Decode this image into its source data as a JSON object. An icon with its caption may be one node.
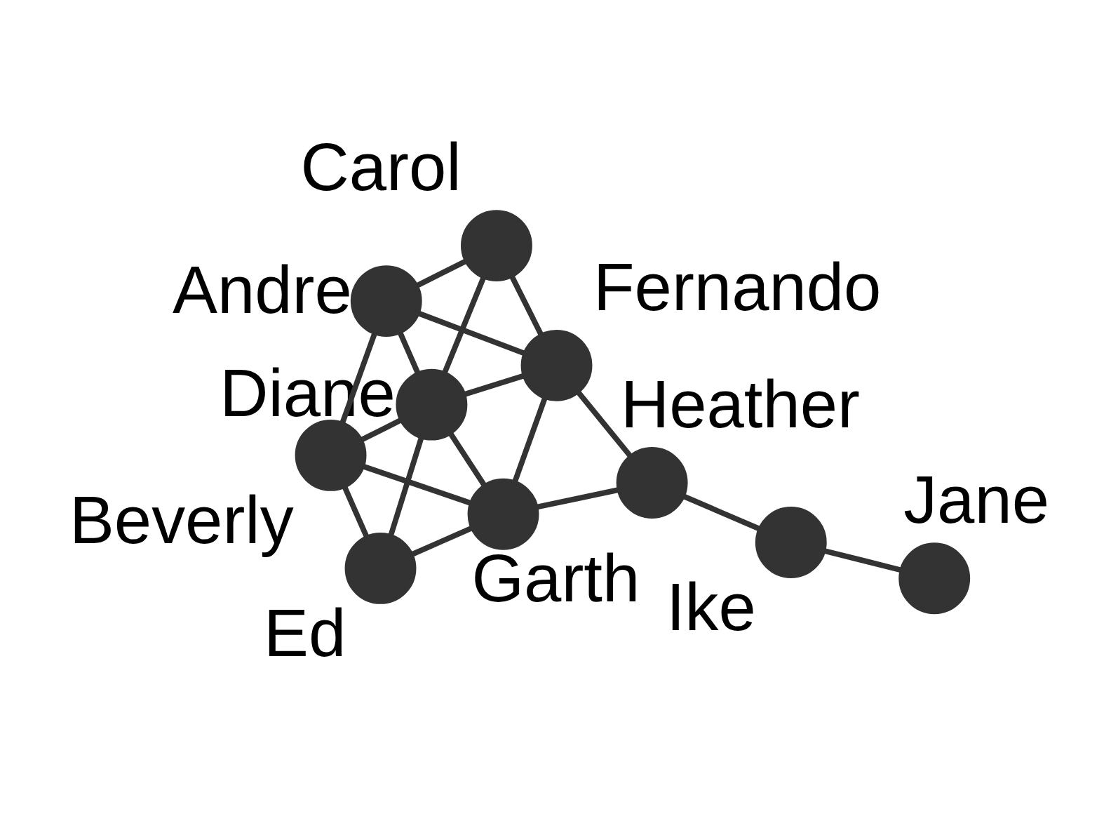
{
  "diagram": {
    "nodes": [
      {
        "text": [],
        "shape": "circle",
        "beside": [
          "Carol"
        ]
      },
      {
        "text": [],
        "shape": "circle",
        "beside": [
          "Andre"
        ]
      },
      {
        "text": [],
        "shape": "circle",
        "beside": [
          "Fernando"
        ]
      },
      {
        "text": [],
        "shape": "circle",
        "beside": [
          "Diane"
        ]
      },
      {
        "text": [],
        "shape": "circle",
        "beside": [
          "Heather"
        ]
      },
      {
        "text": [],
        "shape": "circle",
        "beside": [
          "Ike"
        ]
      },
      {
        "text": [],
        "shape": "circle",
        "beside": [
          "Jane"
        ]
      },
      {
        "text": [],
        "shape": "circle",
        "beside": [
          "Beverly"
        ]
      },
      {
        "text": [],
        "shape": "circle",
        "beside": [
          "Garth"
        ]
      },
      {
        "text": [],
        "shape": "circle",
        "beside": [
          "Ed"
        ]
      }
    ],
    "edges": [
      {
        "from": 1,
        "to": 7,
        "arrow": "none"
      },
      {
        "from": 1,
        "to": 0,
        "arrow": "none"
      },
      {
        "from": 1,
        "to": 3,
        "arrow": "none"
      },
      {
        "from": 1,
        "to": 2,
        "arrow": "none"
      },
      {
        "from": 7,
        "to": 3,
        "arrow": "none"
      },
      {
        "from": 7,
        "to": 9,
        "arrow": "none"
      },
      {
        "from": 7,
        "to": 8,
        "arrow": "none"
      },
      {
        "from": 0,
        "to": 3,
        "arrow": "none"
      },
      {
        "from": 0,
        "to": 2,
        "arrow": "none"
      },
      {
        "from": 3,
        "to": 9,
        "arrow": "none"
      },
      {
        "from": 3,
        "to": 2,
        "arrow": "none"
      },
      {
        "from": 3,
        "to": 8,
        "arrow": "none"
      },
      {
        "from": 9,
        "to": 8,
        "arrow": "none"
      },
      {
        "from": 2,
        "to": 8,
        "arrow": "none"
      },
      {
        "from": 2,
        "to": 4,
        "arrow": "none"
      },
      {
        "from": 8,
        "to": 4,
        "arrow": "none"
      },
      {
        "from": 4,
        "to": 5,
        "arrow": "none"
      },
      {
        "from": 5,
        "to": 6,
        "arrow": "none"
      }
    ]
  }
}
